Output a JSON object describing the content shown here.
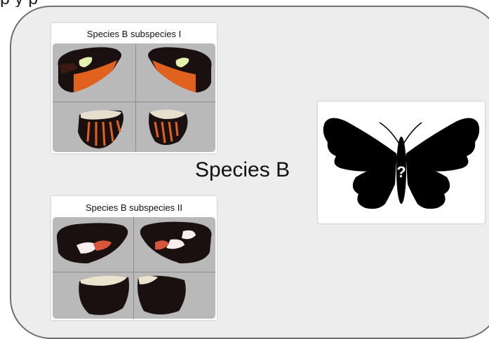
{
  "header": {
    "partial_text": "p                                    y               p"
  },
  "card_b1": {
    "title": "Species B subspecies I"
  },
  "card_b2": {
    "title": "Species B subspecies II"
  },
  "center_label": "Species B",
  "silhouette": {
    "mark": "?"
  },
  "colors": {
    "panel_bg": "#ededed",
    "panel_border": "#6e6e6e",
    "wing_black": "#1a1010",
    "wing_orange": "#e0621e",
    "wing_yellow_patch": "#e4f2b0",
    "wing_white_patch": "#f7eeee",
    "wing_red_blush": "#d8553a"
  },
  "icons": [
    "butterfly-silhouette-icon",
    "question-mark-icon"
  ]
}
